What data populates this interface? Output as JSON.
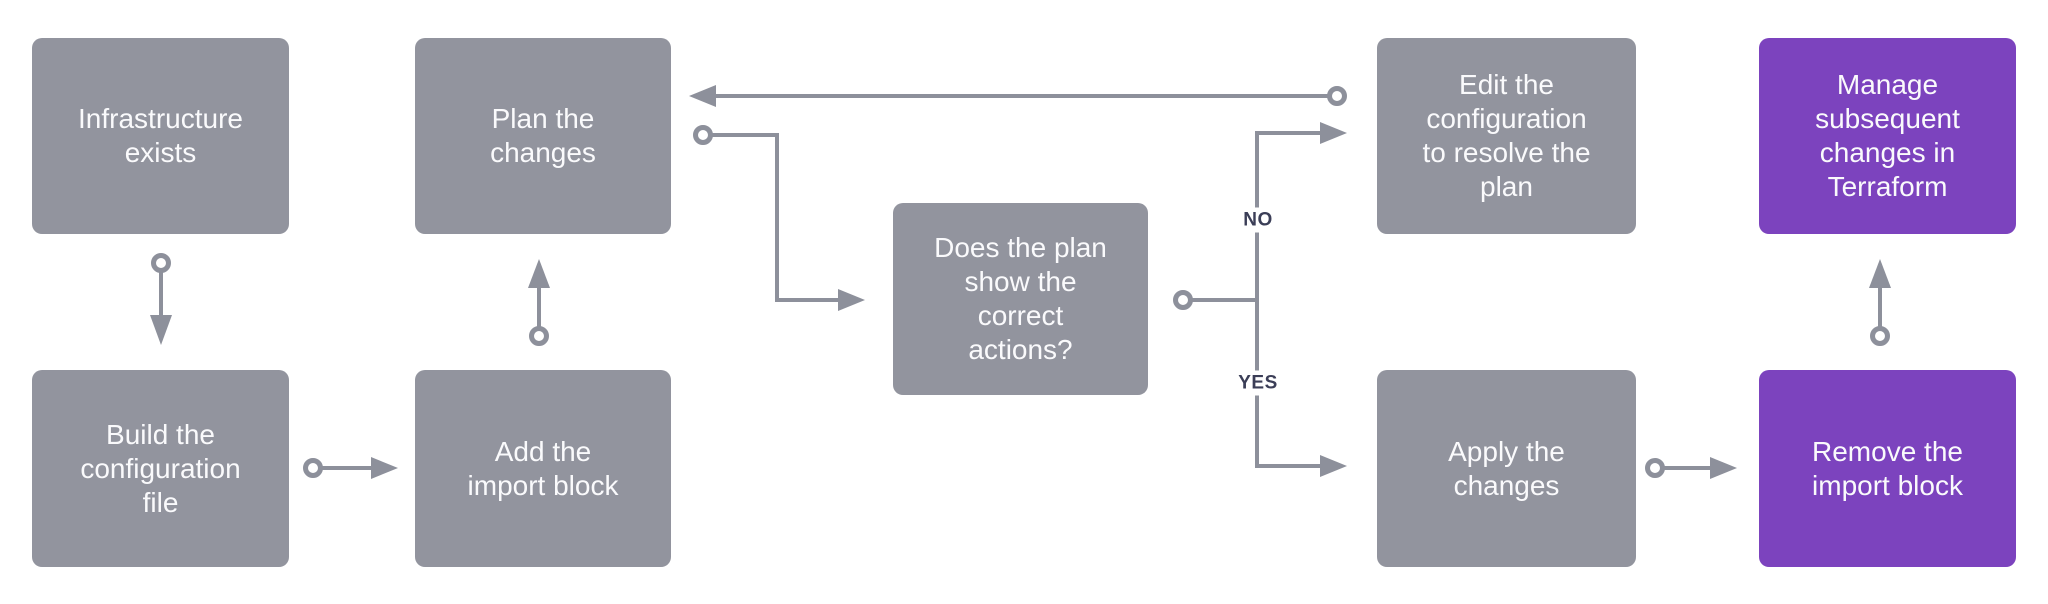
{
  "colors": {
    "node_gray": "#92949E",
    "node_purple": "#7C43BE",
    "connector": "#8D909B",
    "decision_label": "#3B3E57",
    "node_text": "#FAFAFC",
    "background": "#FFFFFF"
  },
  "nodes": [
    {
      "id": "infrastructure-exists",
      "label": "Infrastructure\nexists",
      "variant": "gray"
    },
    {
      "id": "build-configuration-file",
      "label": "Build the\nconfiguration\nfile",
      "variant": "gray"
    },
    {
      "id": "plan-the-changes",
      "label": "Plan the\nchanges",
      "variant": "gray"
    },
    {
      "id": "add-import-block",
      "label": "Add the\nimport block",
      "variant": "gray"
    },
    {
      "id": "does-plan-show-correct-actions",
      "label": "Does the plan\nshow the\ncorrect\nactions?",
      "variant": "gray"
    },
    {
      "id": "edit-configuration-resolve-plan",
      "label": "Edit the\nconfiguration\nto resolve the\nplan",
      "variant": "gray"
    },
    {
      "id": "apply-the-changes",
      "label": "Apply the\nchanges",
      "variant": "gray"
    },
    {
      "id": "manage-subsequent-changes",
      "label": "Manage\nsubsequent\nchanges in\nTerraform",
      "variant": "purple"
    },
    {
      "id": "remove-import-block",
      "label": "Remove the\nimport block",
      "variant": "purple"
    }
  ],
  "edges": [
    {
      "from": "infrastructure-exists",
      "to": "build-configuration-file",
      "label": ""
    },
    {
      "from": "build-configuration-file",
      "to": "add-import-block",
      "label": ""
    },
    {
      "from": "add-import-block",
      "to": "plan-the-changes",
      "label": ""
    },
    {
      "from": "plan-the-changes",
      "to": "does-plan-show-correct-actions",
      "label": ""
    },
    {
      "from": "does-plan-show-correct-actions",
      "to": "edit-configuration-resolve-plan",
      "label": "NO"
    },
    {
      "from": "does-plan-show-correct-actions",
      "to": "apply-the-changes",
      "label": "YES"
    },
    {
      "from": "edit-configuration-resolve-plan",
      "to": "plan-the-changes",
      "label": ""
    },
    {
      "from": "apply-the-changes",
      "to": "remove-import-block",
      "label": ""
    },
    {
      "from": "remove-import-block",
      "to": "manage-subsequent-changes",
      "label": ""
    }
  ]
}
